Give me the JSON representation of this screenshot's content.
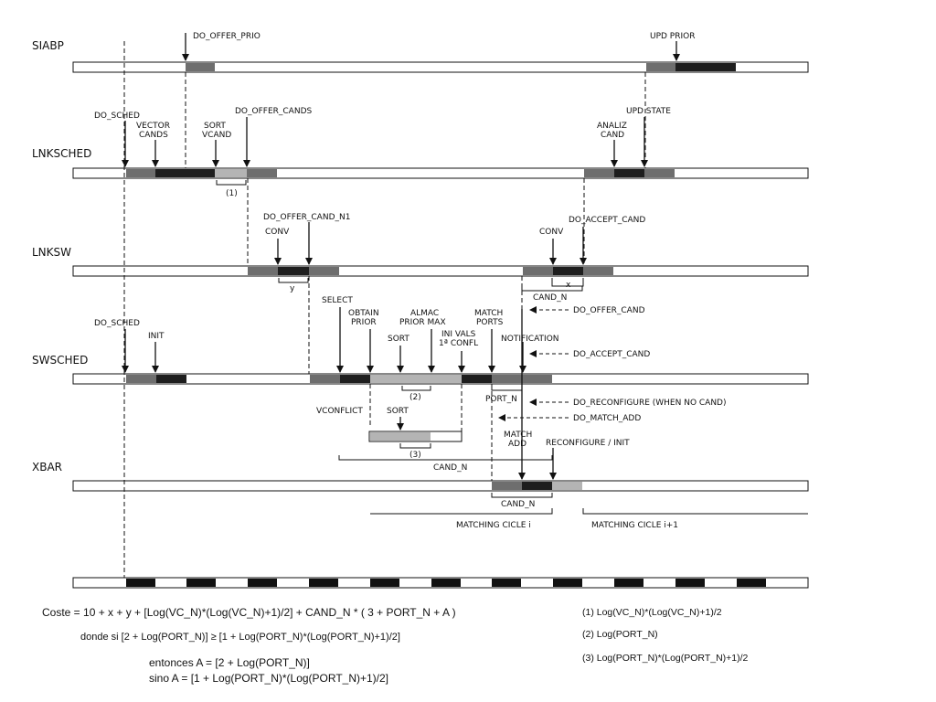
{
  "lanes": {
    "siabp": "SIABP",
    "lnksched": "LNKSCHED",
    "lnksw": "LNKSW",
    "swsched": "SWSCHED",
    "xbar": "XBAR"
  },
  "labels": {
    "do_offer_prio": "DO_OFFER_PRIO",
    "upd_prior": "UPD PRIOR",
    "do_sched_1": "DO_SCHED",
    "vector_cands": [
      "VECTOR",
      "CANDS"
    ],
    "sort_vcand": [
      "SORT",
      "VCAND"
    ],
    "do_offer_cands": "DO_OFFER_CANDS",
    "analiz_cand": [
      "ANALIZ",
      "CAND"
    ],
    "upd_state": "UPD STATE",
    "do_offer_cand_n1": "DO_OFFER_CAND_N1",
    "conv_1": "CONV",
    "conv_2": "CONV",
    "do_accept_cand_1": "DO_ACCEPT_CAND",
    "x": "x",
    "y": "y",
    "cand_n_1": "CAND_N",
    "do_offer_cand": "DO_OFFER_CAND",
    "select": "SELECT",
    "obtain_prior": [
      "OBTAIN",
      "PRIOR"
    ],
    "almac_prior_max": [
      "ALMAC",
      "PRIOR MAX"
    ],
    "ini_vals": [
      "INI VALS",
      "1ª CONFL"
    ],
    "match_ports": [
      "MATCH",
      "PORTS"
    ],
    "notification": "NOTIFICATION",
    "do_sched_2": "DO_SCHED",
    "init": "INIT",
    "sort_1": "SORT",
    "do_accept_cand_2": "DO_ACCEPT_CAND",
    "port_n": "PORT_N",
    "do_reconfigure": "DO_RECONFIGURE (WHEN NO CAND)",
    "do_match_add": "DO_MATCH_ADD",
    "vconflict": "VCONFLICT",
    "sort_2": "SORT",
    "match_add": [
      "MATCH",
      "ADD"
    ],
    "reconfigure_init": "RECONFIGURE / INIT",
    "cand_n_2": "CAND_N",
    "cand_n_3": "CAND_N",
    "matching_cicle_i": "MATCHING CICLE  i",
    "matching_cicle_i1": "MATCHING CICLE  i+1",
    "brace_1": "(1)",
    "brace_2": "(2)",
    "brace_3": "(3)"
  },
  "formula": {
    "coste": "Coste = 10 + x + y + [Log(VC_N)*(Log(VC_N)+1)/2] + CAND_N * ( 3 + PORT_N + A )",
    "donde": "donde   si  [2 + Log(PORT_N)] ≥ [1 +  Log(PORT_N)*(Log(PORT_N)+1)/2]",
    "entonces": "entonces   A = [2 + Log(PORT_N)]",
    "sino": "sino          A = [1 + Log(PORT_N)*(Log(PORT_N)+1)/2]"
  },
  "notes": [
    "(1)  Log(VC_N)*(Log(VC_N)+1)/2",
    "(2)  Log(PORT_N)",
    "(3)  Log(PORT_N)*(Log(PORT_N)+1)/2"
  ],
  "colors": {
    "dark": "#1e1e1e",
    "mid": "#6e6e6e",
    "light": "#b4b4b4",
    "line": "#111111"
  }
}
